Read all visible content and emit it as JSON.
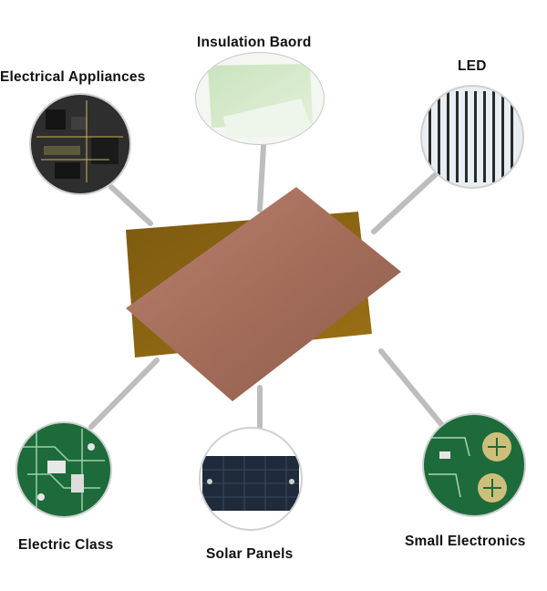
{
  "labels": {
    "insulation": "Insulation Baord",
    "electrical": "Electrical Appliances",
    "led": "LED",
    "electric_class": "Electric Class",
    "solar": "Solar Panels",
    "small": "Small Electronics"
  },
  "colors": {
    "copper": "#a7705c",
    "fr4": "#8a6510",
    "connector": "#bdbdbd",
    "pcb_green": "#1d6b3a",
    "pcb_dark": "#2a2a2a",
    "insulation_green": "#d5e8c8",
    "led_white": "#e9eef2",
    "solar_dark": "#1f2a3a"
  }
}
